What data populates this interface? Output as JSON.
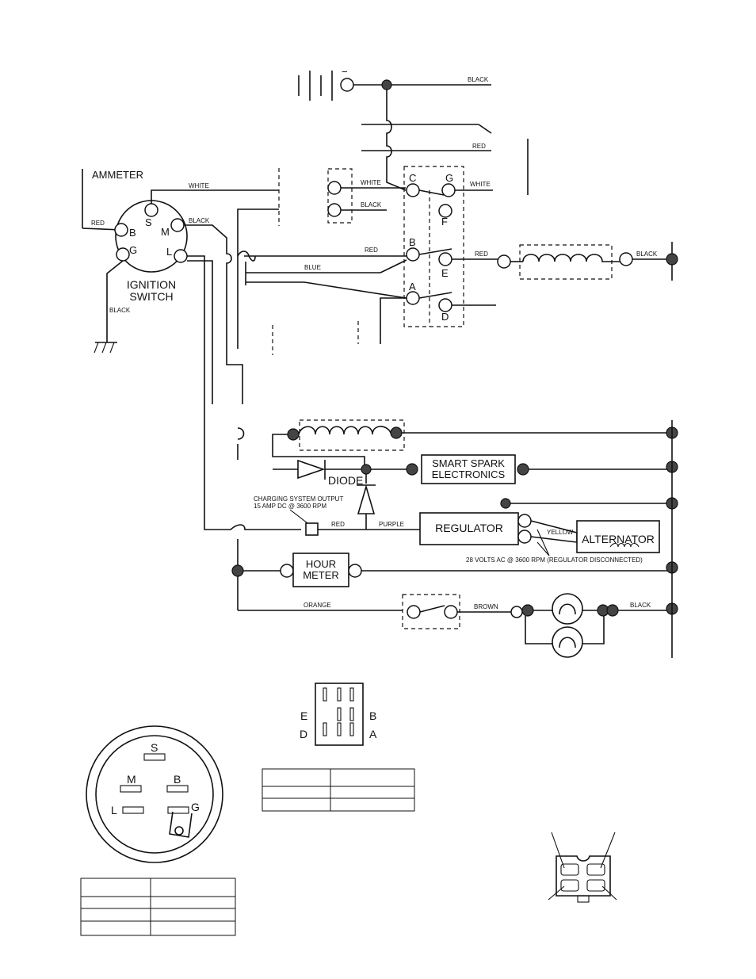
{
  "wire_colors": {
    "black": "BLACK",
    "red": "RED",
    "white": "WHITE",
    "blue": "BLUE",
    "yellow": "YELLOW",
    "purple": "PURPLE",
    "orange": "ORANGE",
    "brown": "BROWN"
  },
  "battery": {
    "negative_mark": "−"
  },
  "ammeter": {
    "label": "AMMETER"
  },
  "ignition_switch": {
    "label_line1": "IGNITION",
    "label_line2": "SWITCH",
    "terminals": {
      "s": "S",
      "b": "B",
      "m": "M",
      "g": "G",
      "l": "L"
    }
  },
  "relay_terminals": {
    "a": "A",
    "b": "B",
    "c": "C",
    "d": "D",
    "e": "E",
    "f": "F",
    "g": "G"
  },
  "lower_circuit": {
    "diode": "DIODE",
    "smart_spark_line1": "SMART SPARK",
    "smart_spark_line2": "ELECTRONICS",
    "charging_output_line1": "CHARGING SYSTEM OUTPUT",
    "charging_output_line2": "15 AMP DC @ 3600 RPM",
    "regulator": "REGULATOR",
    "alternator": "ALTERNATOR",
    "ac_volts": "28 VOLTS AC @ 3600 RPM (REGULATOR DISCONNECTED)",
    "hour_meter_line1": "HOUR",
    "hour_meter_line2": "METER"
  },
  "connector_view": {
    "labels": {
      "e": "E",
      "d": "D",
      "b": "B",
      "a": "A"
    }
  },
  "switch_face": {
    "labels": {
      "s": "S",
      "m": "M",
      "b": "B",
      "l": "L",
      "g": "G"
    }
  }
}
